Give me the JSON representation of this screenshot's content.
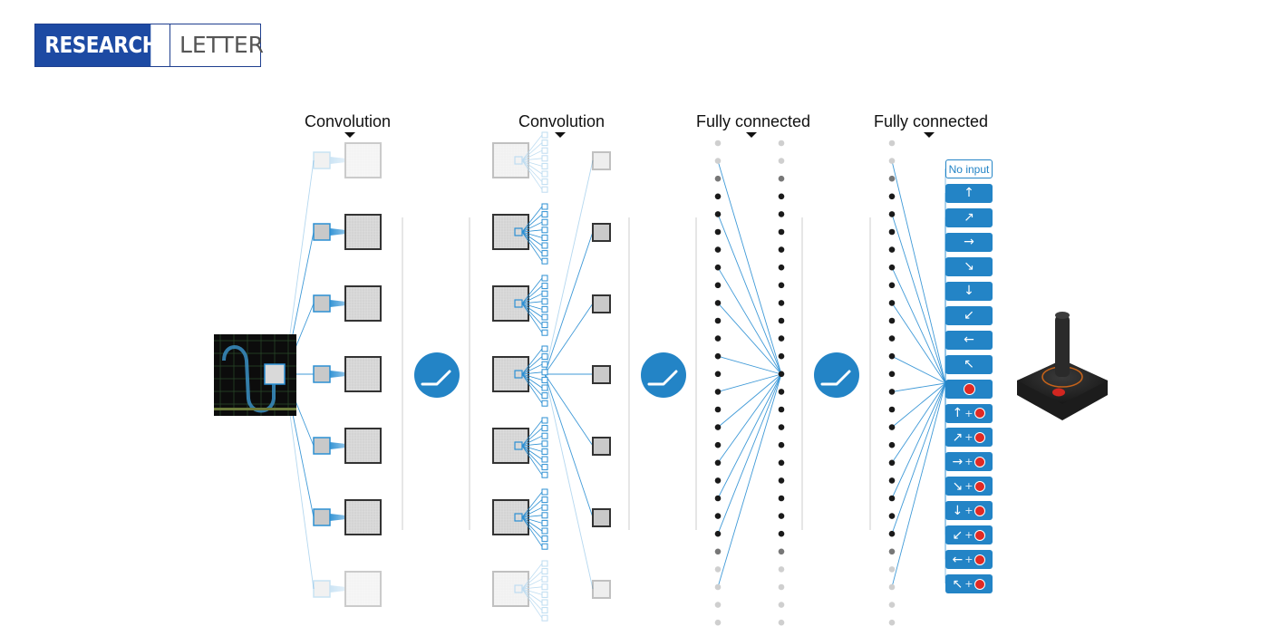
{
  "badge": {
    "left": "RESEARCH",
    "right": "LETTER"
  },
  "layers": [
    {
      "label": "Convolution"
    },
    {
      "label": "Convolution"
    },
    {
      "label": "Fully connected"
    },
    {
      "label": "Fully connected"
    }
  ],
  "actions": {
    "no_input_label": "No input",
    "items": [
      {
        "arrow": "↑",
        "fire": false
      },
      {
        "arrow": "↗",
        "fire": false
      },
      {
        "arrow": "→",
        "fire": false
      },
      {
        "arrow": "↘",
        "fire": false
      },
      {
        "arrow": "↓",
        "fire": false
      },
      {
        "arrow": "↙",
        "fire": false
      },
      {
        "arrow": "←",
        "fire": false
      },
      {
        "arrow": "↖",
        "fire": false
      },
      {
        "arrow": "",
        "fire": true
      },
      {
        "arrow": "↑",
        "fire": true
      },
      {
        "arrow": "↗",
        "fire": true
      },
      {
        "arrow": "→",
        "fire": true
      },
      {
        "arrow": "↘",
        "fire": true
      },
      {
        "arrow": "↓",
        "fire": true
      },
      {
        "arrow": "↙",
        "fire": true
      },
      {
        "arrow": "←",
        "fire": true
      },
      {
        "arrow": "↖",
        "fire": true
      }
    ],
    "plus_symbol": "+"
  },
  "colors": {
    "brand_blue": "#1d4aa3",
    "connection_blue": "#2b8fd3",
    "action_blue": "#2384c6",
    "fire_red": "#e02a24",
    "relu_blue": "#2384c6",
    "map_fill": "#c9c9c9",
    "node_dark": "#1a1a1a",
    "node_light": "#cfcfcf"
  },
  "icons": [
    "relu-icon",
    "joystick-icon",
    "arrow-icons",
    "fire-button-icon"
  ]
}
